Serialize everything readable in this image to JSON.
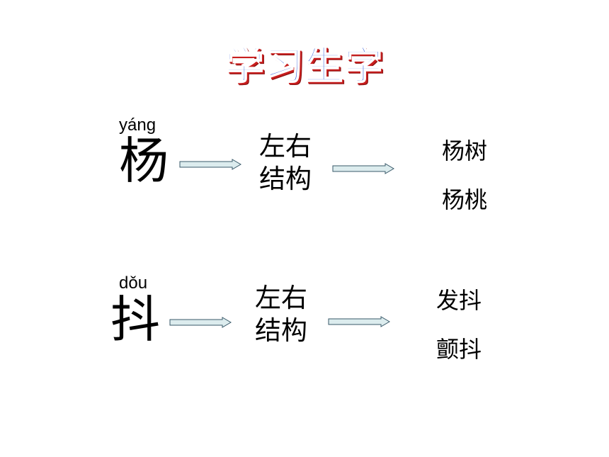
{
  "title": "学习生字",
  "rows": [
    {
      "pinyin": "yáng",
      "character": "杨",
      "structure_line1": "左右",
      "structure_line2": "结构",
      "words": [
        "杨树",
        "杨桃"
      ]
    },
    {
      "pinyin": "dǒu",
      "character": "抖",
      "structure_line1": "左右",
      "structure_line2": "结构",
      "words": [
        "发抖",
        "颤抖"
      ]
    }
  ],
  "colors": {
    "title_fill": "#1f4fd8",
    "title_shadow": "#c81e1e",
    "arrow_fill": "#dcecee",
    "arrow_stroke": "#3a5a6a"
  }
}
